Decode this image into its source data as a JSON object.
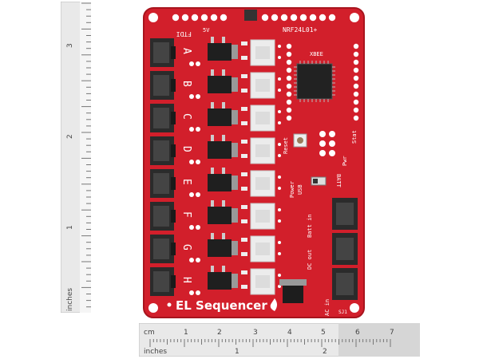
{
  "photo": {
    "subject": "el-sequencer-board",
    "colors": {
      "pcb": "#d21f2b",
      "silkscreen": "#ffffff",
      "connector": "#2b2b2b",
      "relay": "#ececec",
      "chip": "#222222",
      "ruler": "#e9e9e9"
    }
  },
  "board": {
    "name": "EL Sequencer",
    "header_left": "FTDI",
    "header_mid": "5V",
    "header_right": "NRF24L01+",
    "xbee": "XBEE",
    "reset": "Reset",
    "pwr": "Pwr",
    "stat": "Stat",
    "power": "Power",
    "usb": "USB",
    "batt": "BATT",
    "batt_in": "Batt in",
    "dc_out": "DC out",
    "ac_in": "AC in",
    "sj": "SJ1",
    "channels": [
      "A",
      "B",
      "C",
      "D",
      "E",
      "F",
      "G",
      "H"
    ]
  },
  "ruler_vertical": {
    "unit_label": "inches",
    "marks": [
      "1",
      "2",
      "3"
    ]
  },
  "ruler_horizontal": {
    "cm_label": "cm",
    "cm_marks": [
      "1",
      "2",
      "3",
      "4",
      "5",
      "6",
      "7"
    ],
    "inch_label": "inches",
    "inch_marks": [
      "1",
      "2"
    ]
  }
}
